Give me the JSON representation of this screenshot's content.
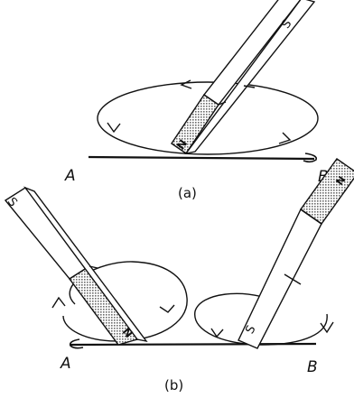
{
  "panel_a": {
    "label": "(a)",
    "point_a": "A",
    "point_b": "B",
    "magnet_north": "N",
    "magnet_south": "S"
  },
  "panel_b": {
    "label": "(b)",
    "point_a": "A",
    "point_b": "B",
    "left_magnet_north": "N",
    "left_magnet_south": "S",
    "right_magnet_north": "N",
    "right_magnet_south": "S"
  },
  "colors": {
    "ink": "#111111",
    "shading": "#8a8a8a",
    "background": "#ffffff"
  }
}
